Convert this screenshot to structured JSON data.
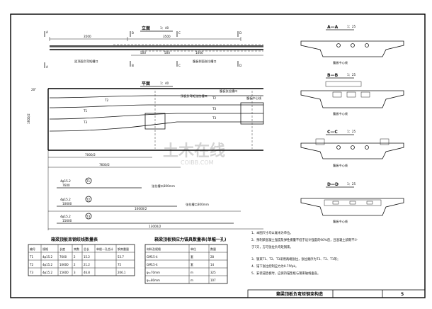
{
  "elevation": {
    "title": "立面",
    "scale": "1：40",
    "labels": [
      "梁顶面负弯矩槽口",
      "腹板侧面张拉槽口"
    ]
  },
  "plan": {
    "title": "平面",
    "scale": "1：40",
    "labels": [
      "顶板负弯矩张拉槽口",
      "腹板张拉槽口",
      "腹板中心线",
      "张拉槽口300mm",
      "张拉槽口300mm"
    ],
    "dims": [
      "7000/2",
      "7600/2",
      "10000/2",
      "13000/2"
    ]
  },
  "sections": [
    {
      "mark": "A",
      "title": "A—A",
      "scale": "1：25",
      "note": "腹板中心线"
    },
    {
      "mark": "B",
      "title": "B—B",
      "scale": "1：25",
      "note": "腹板中心线"
    },
    {
      "mark": "C",
      "title": "C—C",
      "scale": "1：25",
      "note": "腹板中心线"
    },
    {
      "mark": "D",
      "title": "D—D",
      "scale": "1：25",
      "note": "腹板中心线"
    }
  ],
  "tendons": [
    {
      "id": "T1",
      "spec": "15.2",
      "length": "7600"
    },
    {
      "id": "T2",
      "spec": "15.2",
      "length": "10600"
    },
    {
      "id": "T3",
      "spec": "15.2",
      "length": "15600"
    }
  ],
  "table1": {
    "title": "箱梁顶板束钢绞线数量表",
    "headers": [
      "编号",
      "规格",
      "长度",
      "束数",
      "总长",
      "单根一孔合计",
      "钢束重量"
    ],
    "rows": [
      [
        "T1",
        "4φ15.2",
        "7600",
        "2",
        "15.2",
        "",
        "53.7"
      ],
      [
        "T2",
        "4φ15.2",
        "10600",
        "2",
        "21.2",
        "",
        "75"
      ],
      [
        "T3",
        "4φ15.2",
        "15600",
        "3",
        "46.8",
        "",
        "206.1"
      ]
    ]
  },
  "table2": {
    "title": "箱梁顶板预应力锚具数量表(单幅一孔)",
    "headers": [
      "材料及规格",
      "单位",
      "数量"
    ],
    "rows": [
      [
        "GM15-4",
        "套",
        "28"
      ],
      [
        "GM15-4",
        "套",
        "14"
      ],
      [
        "φ=70mm",
        "m",
        "325"
      ],
      [
        "φ=80mm",
        "m",
        "107"
      ]
    ]
  },
  "notes": [
    "1、本图尺寸均以毫米为单位。",
    "2、预制梁混凝土强度及弹性模量不低于设计强度的90%后，且混凝土龄期不少",
    "于7天，方可张拉负弯矩钢束。",
    "",
    "3、钢束T1、T2、T3采用两端张拉，张拉顺序为T3、T2、T1等；",
    "4、锚下张拉控制应力为0.75fpk。",
    "5、安装锚垫板时，应保持锚垫板与钢束轴线垂直。"
  ],
  "title_block": {
    "title": "箱梁顶板负弯矩钢束构造",
    "sheet": "5"
  }
}
